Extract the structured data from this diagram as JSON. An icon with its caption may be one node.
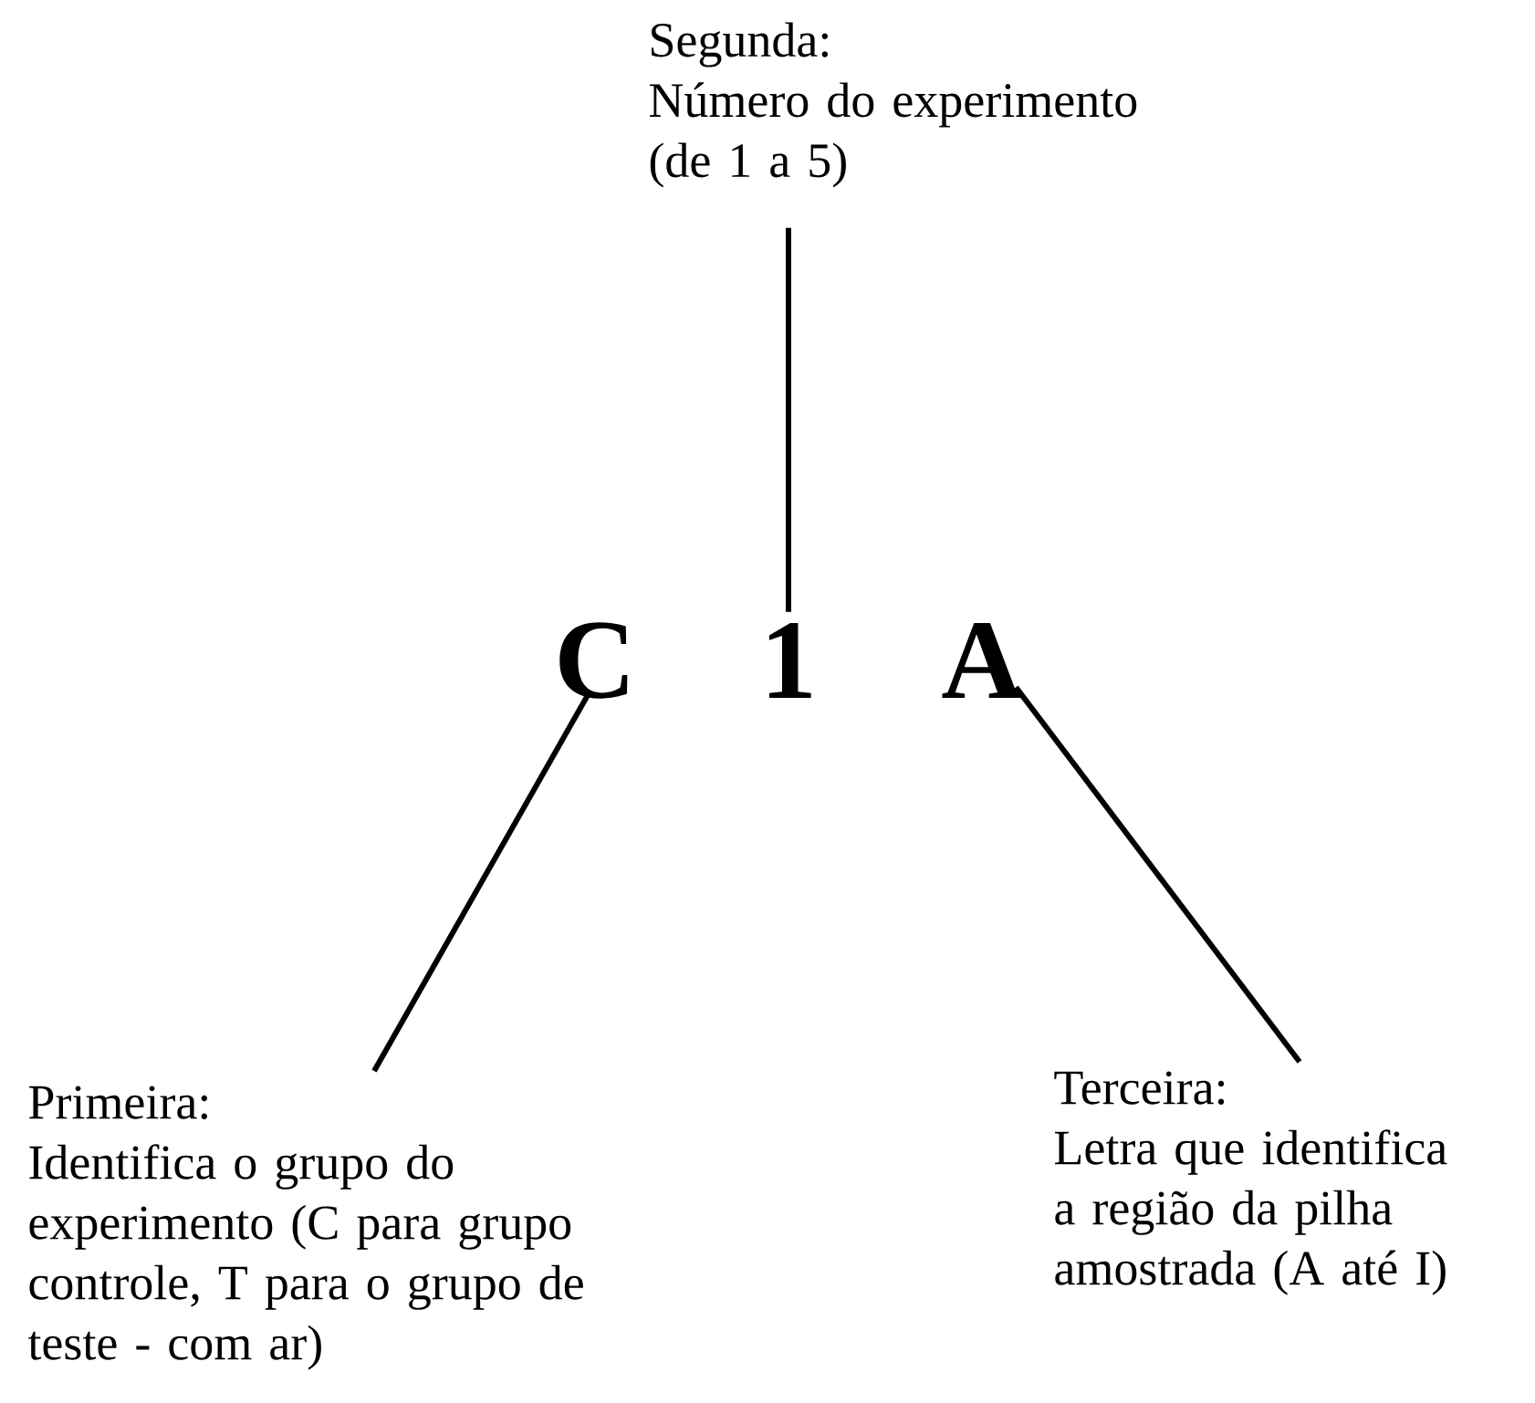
{
  "diagram": {
    "nodes": [
      {
        "text": [
          "Segunda:",
          "Número do experimento (de 1 a 5)"
        ]
      },
      {
        "text": [
          "C"
        ]
      },
      {
        "text": [
          "1"
        ]
      },
      {
        "text": [
          "A"
        ]
      },
      {
        "text": [
          "Primeira:",
          "Identifica o grupo do experimento (C para grupo controle, T para o grupo de teste - com ar)"
        ]
      },
      {
        "text": [
          "Terceira:",
          "Letra que identifica a região da pilha amostrada (A até I)"
        ]
      }
    ],
    "edges": [
      {
        "from": 0,
        "to": 2,
        "arrow": "none"
      },
      {
        "from": 4,
        "to": 1,
        "arrow": "none"
      },
      {
        "from": 5,
        "to": 3,
        "arrow": "none"
      }
    ]
  }
}
